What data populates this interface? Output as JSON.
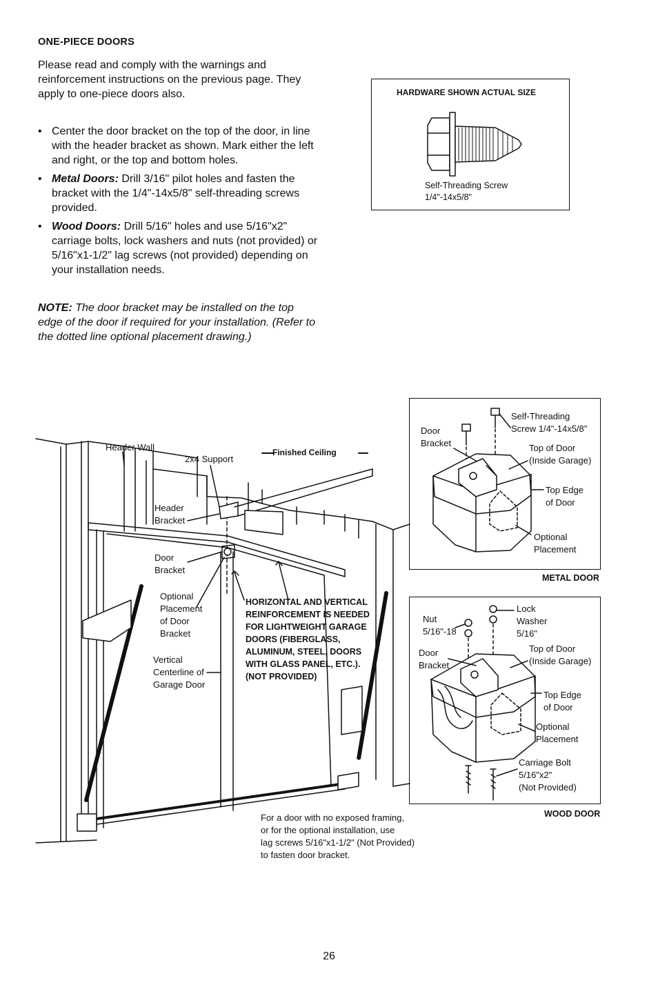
{
  "section": {
    "heading": "ONE-PIECE DOORS",
    "intro": "Please read and comply with the warnings and reinforcement instructions on the previous page. They apply to one-piece doors also.",
    "bullets": [
      {
        "lead": "",
        "text": "Center the door bracket on the top of the door, in line with the header bracket as shown. Mark either the left and right, or the top and bottom holes."
      },
      {
        "lead": "Metal Doors:",
        "text": " Drill 3/16\" pilot holes and fasten the bracket with the 1/4\"-14x5/8\" self-threading screws provided."
      },
      {
        "lead": "Wood Doors:",
        "text": " Drill 5/16\" holes and use 5/16\"x2\" carriage bolts, lock washers and nuts (not provided) or 5/16\"x1-1/2\" lag screws (not provided) depending on your installation needs."
      }
    ],
    "bullet_char": "•",
    "note_lead": "NOTE:",
    "note_text": " The door bracket may be installed on the top edge of the door if required for your installation. (Refer to the dotted line optional placement drawing.)"
  },
  "hardware": {
    "title": "HARDWARE SHOWN ACTUAL SIZE",
    "caption": "Self-Threading Screw\n1/4\"-14x5/8\""
  },
  "main_diagram": {
    "header_wall": "Header Wall",
    "support": "2x4 Support",
    "finished_ceiling": "Finished Ceiling",
    "header_bracket": "Header\nBracket",
    "door_bracket": "Door\nBracket",
    "optional": "Optional\nPlacement\nof Door\nBracket",
    "vertical": "Vertical\nCenterline of\nGarage Door",
    "warning": "HORIZONTAL AND VERTICAL\nREINFORCEMENT IS NEEDED\nFOR LIGHTWEIGHT GARAGE\nDOORS (FIBERGLASS,\nALUMINUM, STEEL, DOORS\nWITH GLASS PANEL, ETC.).\n(NOT PROVIDED)",
    "footer_note": "For a door with no exposed framing,\nor for the optional installation, use\nlag screws 5/16\"x1-1/2\" (Not Provided)\nto fasten door bracket."
  },
  "metal_door": {
    "door_bracket": "Door\nBracket",
    "screw": "Self-Threading\nScrew 1/4\"-14x5/8\"",
    "top_of_door": "Top of Door\n(Inside Garage)",
    "top_edge": "Top Edge\n of Door",
    "optional": "Optional\nPlacement",
    "caption": "METAL DOOR"
  },
  "wood_door": {
    "nut": "Nut\n5/16\"-18",
    "lock_washer": "Lock\nWasher\n5/16\"",
    "door_bracket": "Door\nBracket",
    "top_of_door": "Top of Door\n(Inside Garage)",
    "top_edge": "Top Edge\nof Door",
    "optional": "Optional\nPlacement",
    "carriage_bolt": "Carriage Bolt\n5/16\"x2\"\n(Not Provided)",
    "caption": "WOOD DOOR"
  },
  "page_number": "26"
}
